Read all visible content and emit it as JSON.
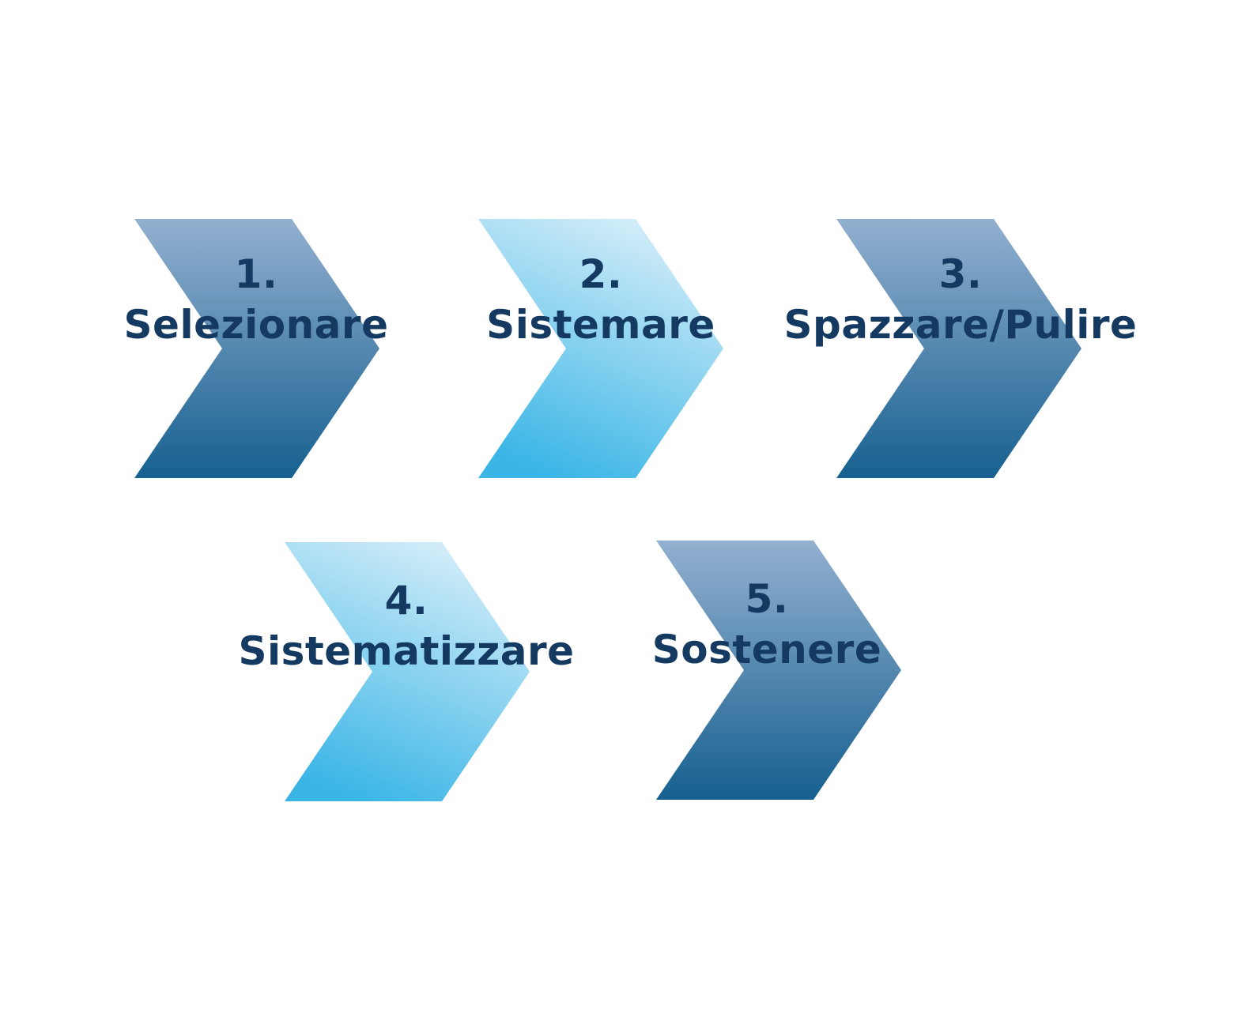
{
  "diagram": {
    "steps": [
      {
        "number": "1.",
        "name": "Selezionare",
        "style": "dark"
      },
      {
        "number": "2.",
        "name": "Sistemare",
        "style": "light"
      },
      {
        "number": "3.",
        "name": "Spazzare/Pulire",
        "style": "dark"
      },
      {
        "number": "4.",
        "name": "Sistematizzare",
        "style": "light"
      },
      {
        "number": "5.",
        "name": "Sostenere",
        "style": "dark"
      }
    ],
    "colors": {
      "text": "#153a62",
      "dark_top": "#93b0d0",
      "dark_bottom": "#16608f",
      "light_top": "#d6eef9",
      "light_bottom": "#3ab5e6"
    }
  }
}
